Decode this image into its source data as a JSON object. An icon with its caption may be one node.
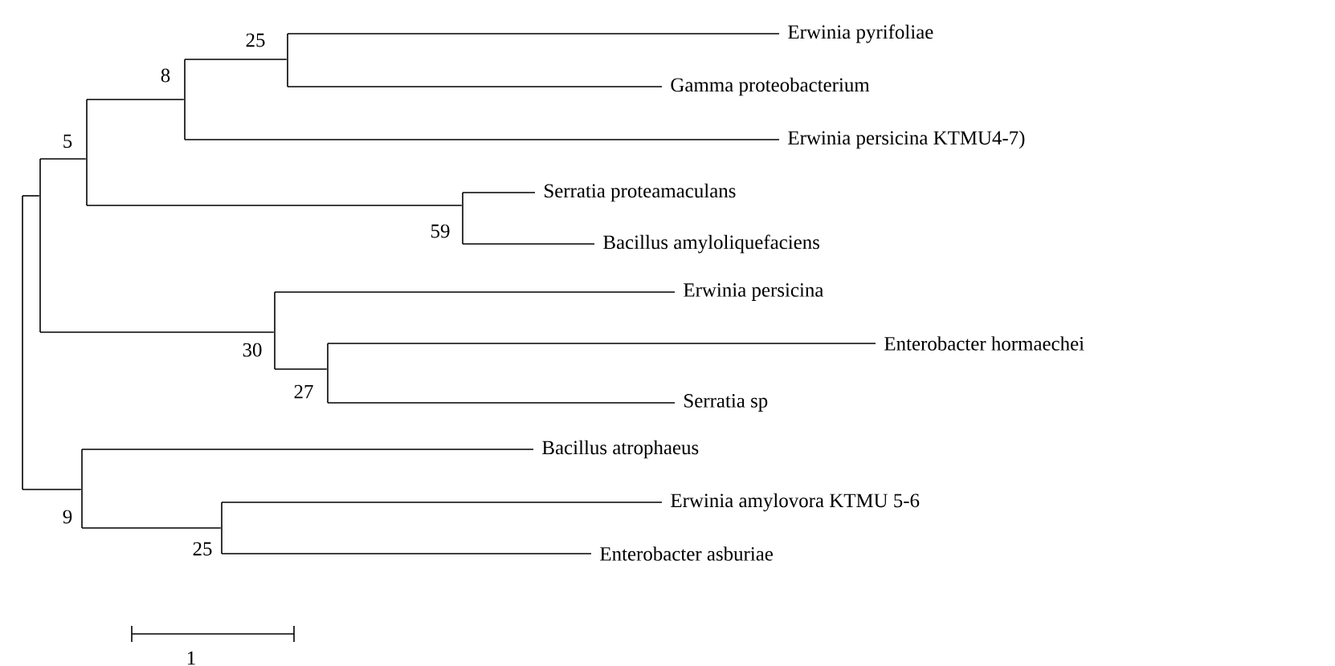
{
  "diagram": {
    "nodes": [
      {
        "text": [],
        "shape": "bar"
      },
      {
        "text": [],
        "shape": "bar"
      },
      {
        "text": [],
        "shape": "bar",
        "beside": [
          "5"
        ]
      },
      {
        "text": [],
        "shape": "bar",
        "beside": [
          "8"
        ]
      },
      {
        "text": [],
        "shape": "bar",
        "beside": [
          "25"
        ]
      },
      {
        "text": [
          "Erwinia pyrifoliae"
        ]
      },
      {
        "text": [
          "Gamma proteobacterium"
        ]
      },
      {
        "text": [
          "Erwinia persicina KTMU4-7)"
        ]
      },
      {
        "text": [],
        "shape": "bar",
        "beside": [
          "59"
        ]
      },
      {
        "text": [
          "Serratia proteamaculans"
        ]
      },
      {
        "text": [
          "Bacillus amyloliquefaciens"
        ]
      },
      {
        "text": [],
        "shape": "bar",
        "beside": [
          "30"
        ]
      },
      {
        "text": [
          "Erwinia persicina"
        ]
      },
      {
        "text": [],
        "shape": "bar",
        "beside": [
          "27"
        ]
      },
      {
        "text": [
          "Enterobacter hormaechei"
        ]
      },
      {
        "text": [
          "Serratia sp"
        ]
      },
      {
        "text": [],
        "shape": "bar",
        "beside": [
          "9"
        ]
      },
      {
        "text": [
          "Bacillus atrophaeus"
        ]
      },
      {
        "text": [],
        "shape": "bar",
        "beside": [
          "25"
        ]
      },
      {
        "text": [
          "Erwinia amylovora KTMU 5-6"
        ]
      },
      {
        "text": [
          "Enterobacter asburiae"
        ]
      }
    ],
    "edges": [
      {
        "from": 0,
        "to": 1,
        "arrow": "none"
      },
      {
        "from": 1,
        "to": 2,
        "arrow": "none"
      },
      {
        "from": 2,
        "to": 3,
        "arrow": "none"
      },
      {
        "from": 3,
        "to": 4,
        "arrow": "none"
      },
      {
        "from": 4,
        "to": 5,
        "arrow": "none"
      },
      {
        "from": 4,
        "to": 6,
        "arrow": "none"
      },
      {
        "from": 3,
        "to": 7,
        "arrow": "none"
      },
      {
        "from": 2,
        "to": 8,
        "arrow": "none"
      },
      {
        "from": 8,
        "to": 9,
        "arrow": "none"
      },
      {
        "from": 8,
        "to": 10,
        "arrow": "none"
      },
      {
        "from": 1,
        "to": 11,
        "arrow": "none"
      },
      {
        "from": 11,
        "to": 12,
        "arrow": "none"
      },
      {
        "from": 11,
        "to": 13,
        "arrow": "none"
      },
      {
        "from": 13,
        "to": 14,
        "arrow": "none"
      },
      {
        "from": 13,
        "to": 15,
        "arrow": "none"
      },
      {
        "from": 0,
        "to": 16,
        "arrow": "none"
      },
      {
        "from": 16,
        "to": 17,
        "arrow": "none"
      },
      {
        "from": 16,
        "to": 18,
        "arrow": "none"
      },
      {
        "from": 18,
        "to": 19,
        "arrow": "none"
      },
      {
        "from": 18,
        "to": 20,
        "arrow": "none"
      }
    ],
    "labels": [
      "1"
    ]
  }
}
